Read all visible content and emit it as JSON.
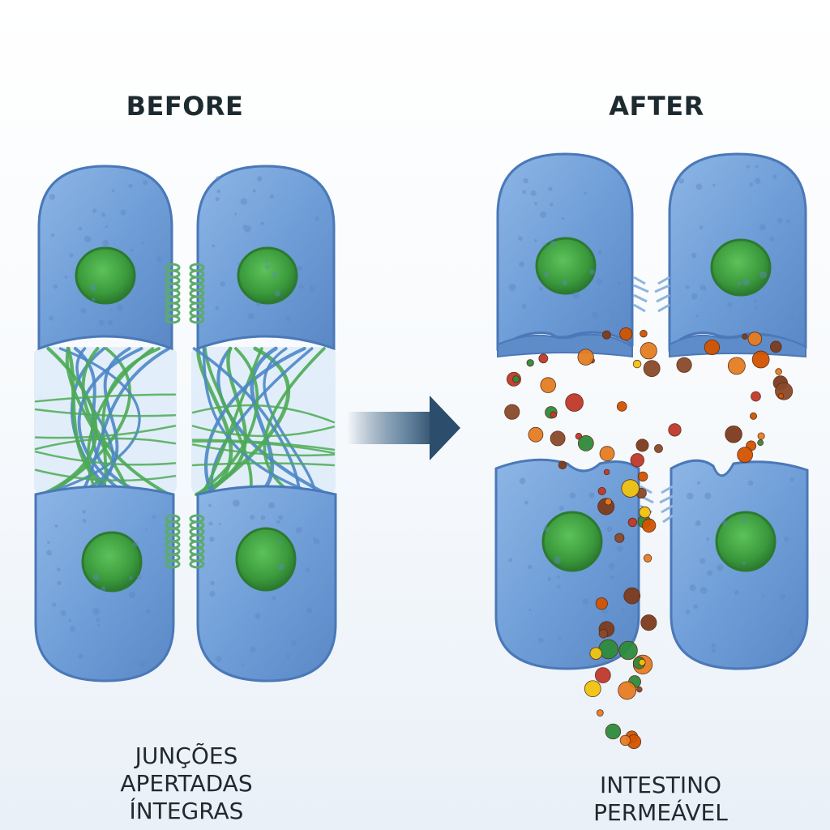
{
  "before_panel": {
    "heading": "BEFORE",
    "caption_lines": [
      "JUNÇÕES",
      "APERTADAS",
      "ÍNTEGRAS"
    ]
  },
  "after_panel": {
    "heading": "AFTER",
    "caption_lines": [
      "INTESTINO",
      "PERMEÁVEL"
    ]
  },
  "colors": {
    "cell_fill": "#6f9fd8",
    "cell_stroke": "#4a78b8",
    "nucleus": "#3f9b3f",
    "fiber_green": "#4caa55",
    "fiber_blue": "#4d86c6",
    "arrow": "#2c4d6b",
    "heading_text": "#1d2a30"
  },
  "icons": {
    "transition": "arrow-right-icon",
    "particles": "leaking-particle-icon"
  }
}
